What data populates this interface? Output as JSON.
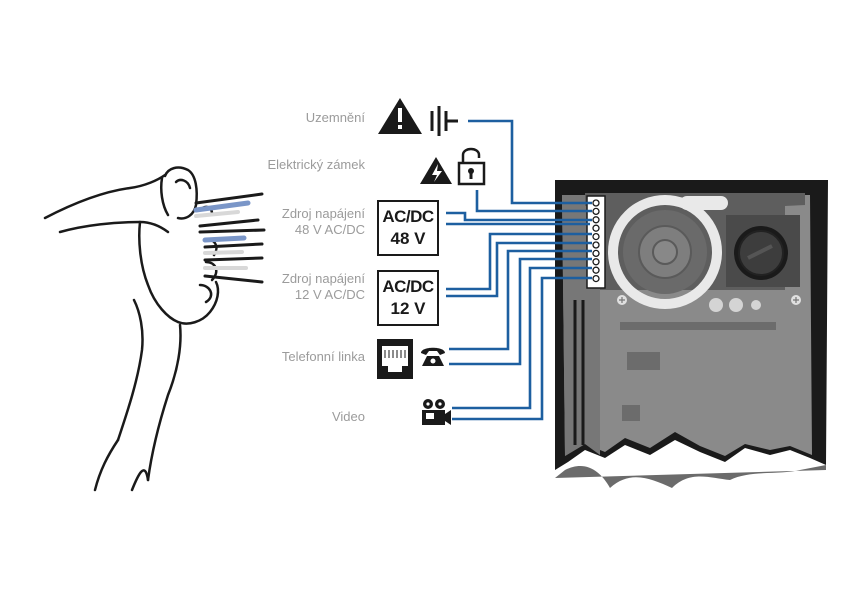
{
  "labels": {
    "ground": "Uzemnění",
    "lock": "Elektrický zámek",
    "psu48_line1": "Zdroj napájení",
    "psu48_line2": "48 V AC/DC",
    "psu12_line1": "Zdroj napájení",
    "psu12_line2": "12 V AC/DC",
    "phone": "Telefonní linka",
    "video": "Video"
  },
  "psu48": {
    "type": "AC/DC",
    "voltage": "48 V"
  },
  "psu12": {
    "type": "AC/DC",
    "voltage": "12 V"
  },
  "colors": {
    "wire": "#1d5fa0",
    "dark": "#1a1a1a",
    "label": "#9b9b9b",
    "board": "#8a8a8a",
    "board_dark": "#5e5e5e"
  },
  "icons": [
    "warning-icon",
    "ground-icon",
    "electric-warning-icon",
    "padlock-icon",
    "rj-jack-icon",
    "telephone-icon",
    "video-camera-icon"
  ]
}
